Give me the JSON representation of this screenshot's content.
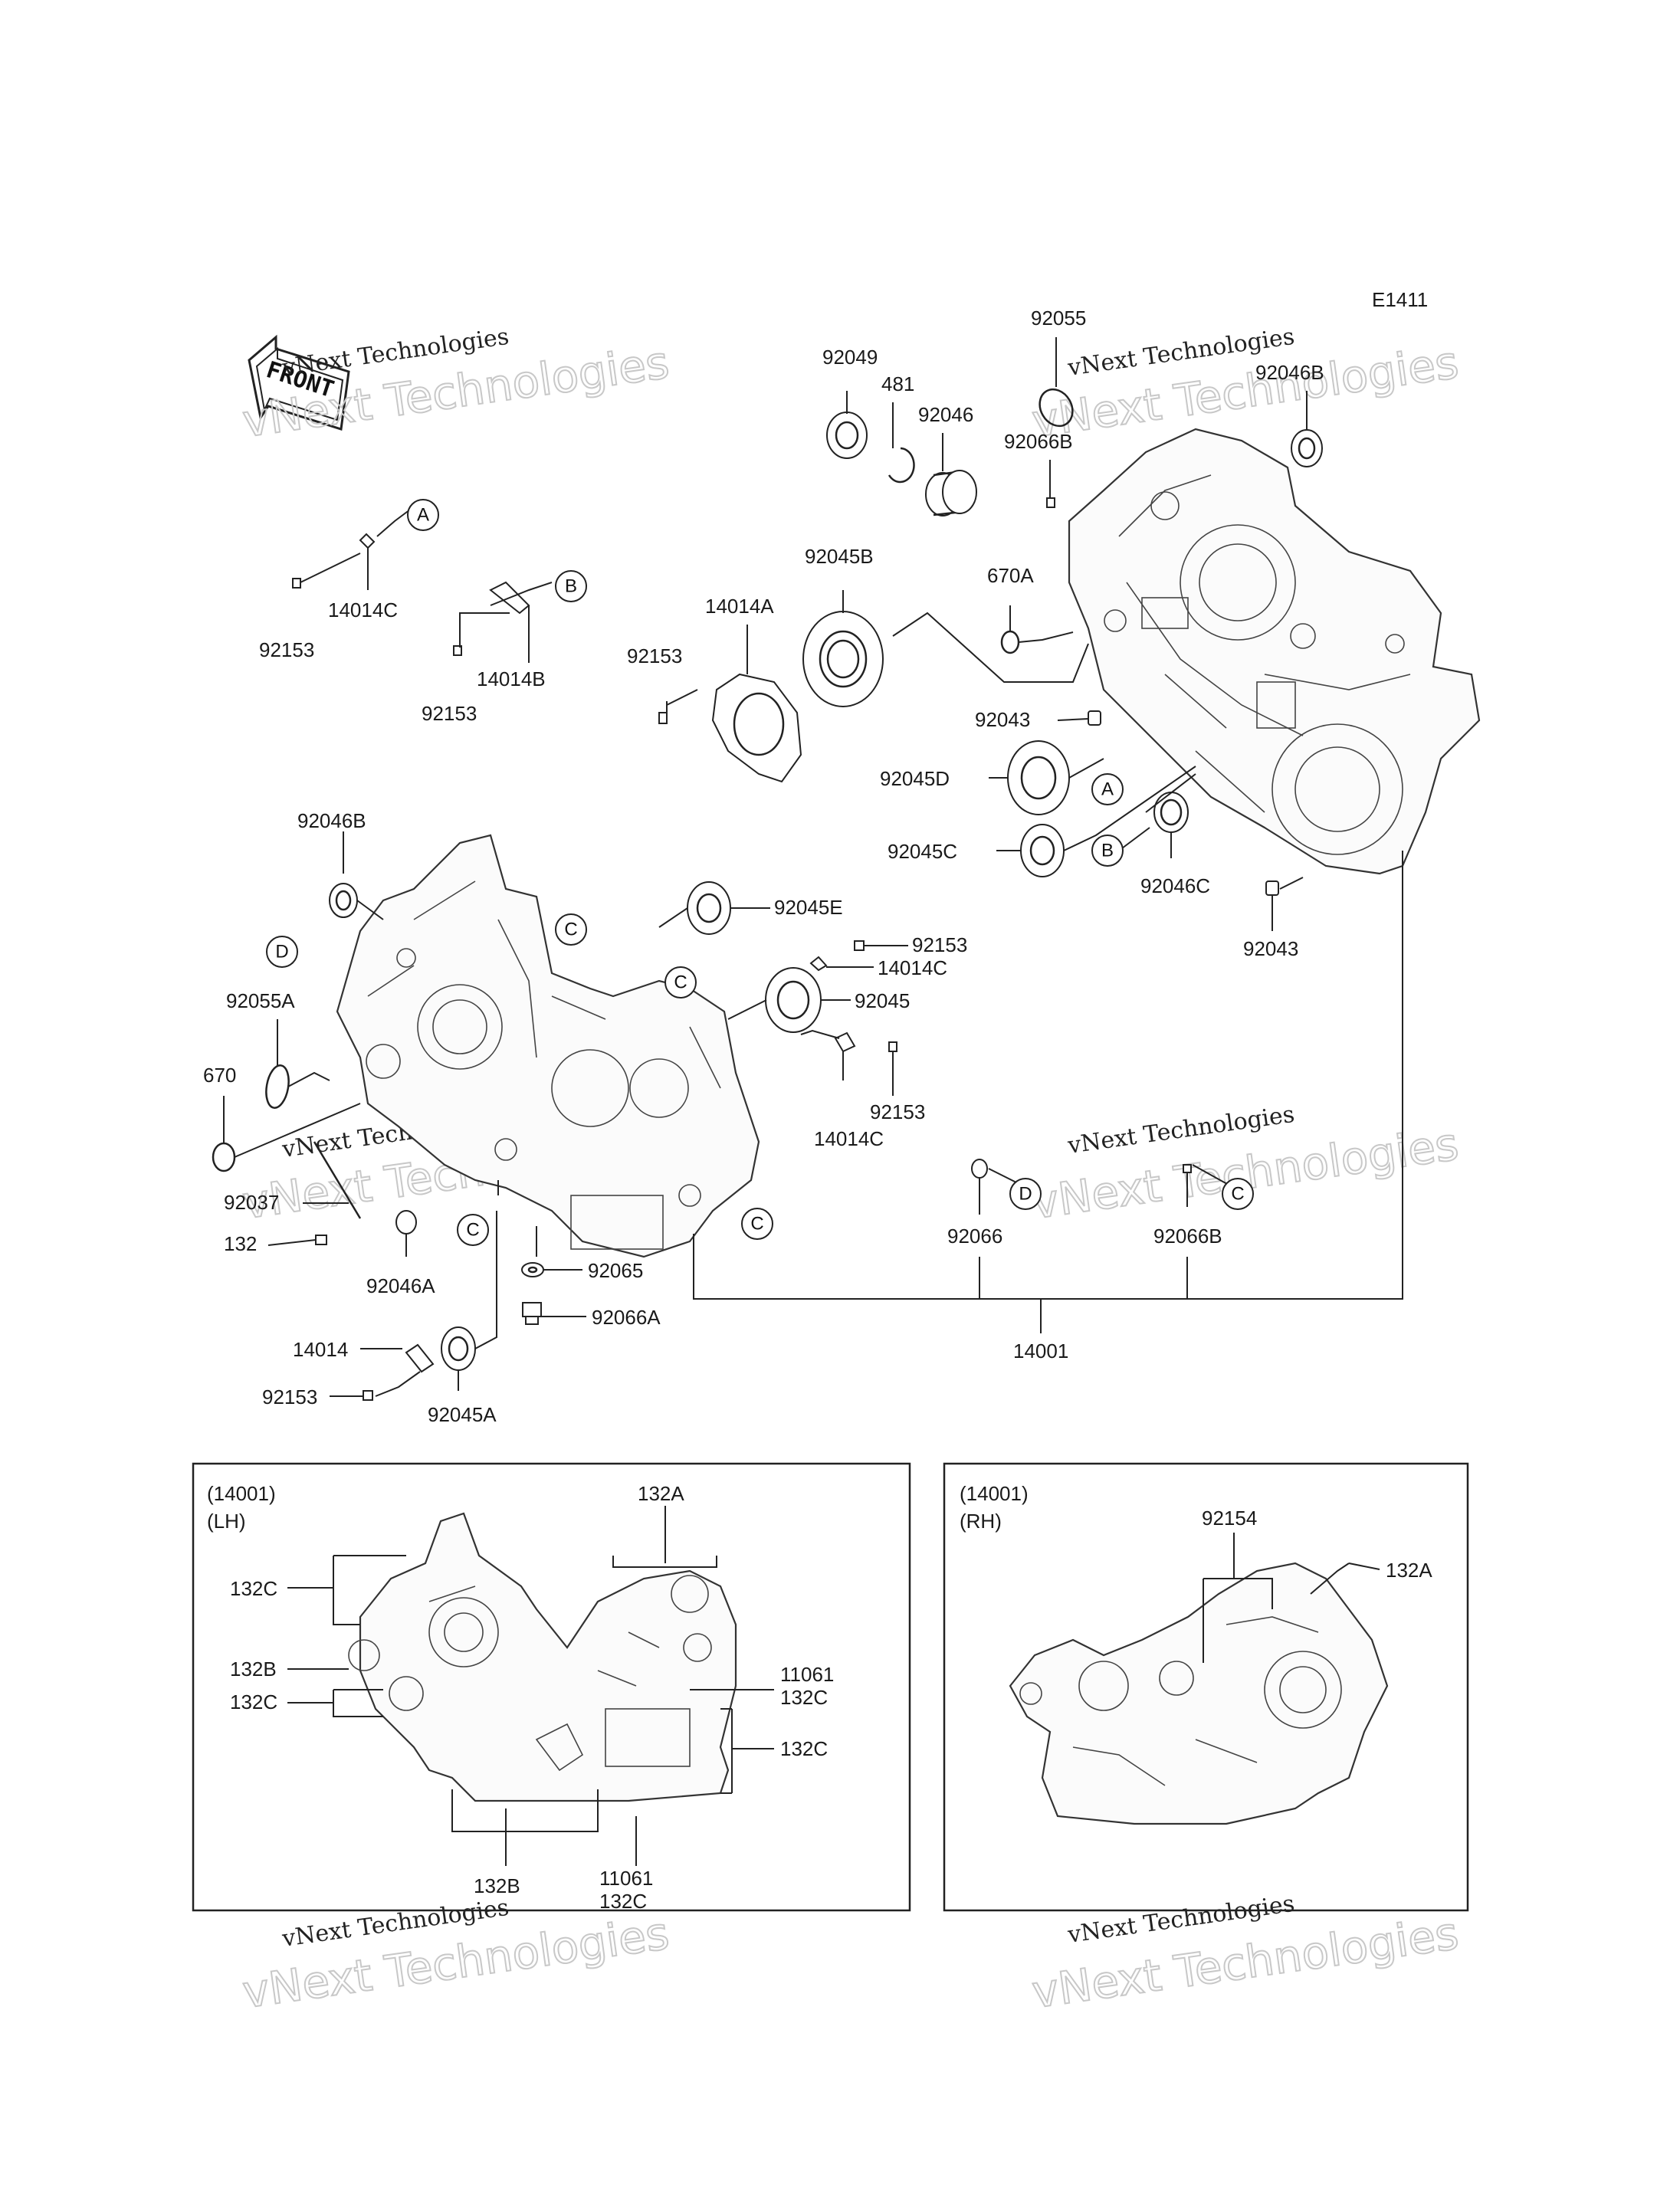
{
  "diagram_code": "E1411",
  "front_label": "FRONT",
  "watermark": {
    "line1": "vNext Technologies",
    "line2": "vNext Technologies"
  },
  "callout_letters": [
    "A",
    "B",
    "C",
    "D"
  ],
  "part_labels": {
    "p92049": "92049",
    "p481": "481",
    "p92046": "92046",
    "p92055": "92055",
    "p92066B_top": "92066B",
    "p92046B_top": "92046B",
    "p92045B": "92045B",
    "p670A": "670A",
    "p14014A": "14014A",
    "p92153_mid": "92153",
    "p92043_a": "92043",
    "p92045D": "92045D",
    "p92045C": "92045C",
    "p92046C": "92046C",
    "p92043_b": "92043",
    "p14014C_a": "14014C",
    "p92153_a": "92153",
    "p14014B": "14014B",
    "p92153_b": "92153",
    "p92046B_left": "92046B",
    "p92055A": "92055A",
    "p670": "670",
    "p92045E": "92045E",
    "p92153_c": "92153",
    "p14014C_b": "14014C",
    "p92045": "92045",
    "p14014C_c": "14014C",
    "p92153_d": "92153",
    "p92037": "92037",
    "p132": "132",
    "p92046A": "92046A",
    "p92065": "92065",
    "p92066A": "92066A",
    "p14014": "14014",
    "p92153_e": "92153",
    "p92045A": "92045A",
    "p92066": "92066",
    "p92066B_b": "92066B",
    "p14001": "14001"
  },
  "inset_lh": {
    "title_line1": "(14001)",
    "title_line2": "(LH)",
    "labels": {
      "a132A": "132A",
      "a132C_1": "132C",
      "a132B_1": "132B",
      "a132C_2": "132C",
      "a11061_1": "11061",
      "a132C_3": "132C",
      "a132C_4": "132C",
      "a11061_2": "11061",
      "a132C_5": "132C",
      "a132B_2": "132B"
    }
  },
  "inset_rh": {
    "title_line1": "(14001)",
    "title_line2": "(RH)",
    "labels": {
      "b92154": "92154",
      "b132A": "132A"
    }
  }
}
